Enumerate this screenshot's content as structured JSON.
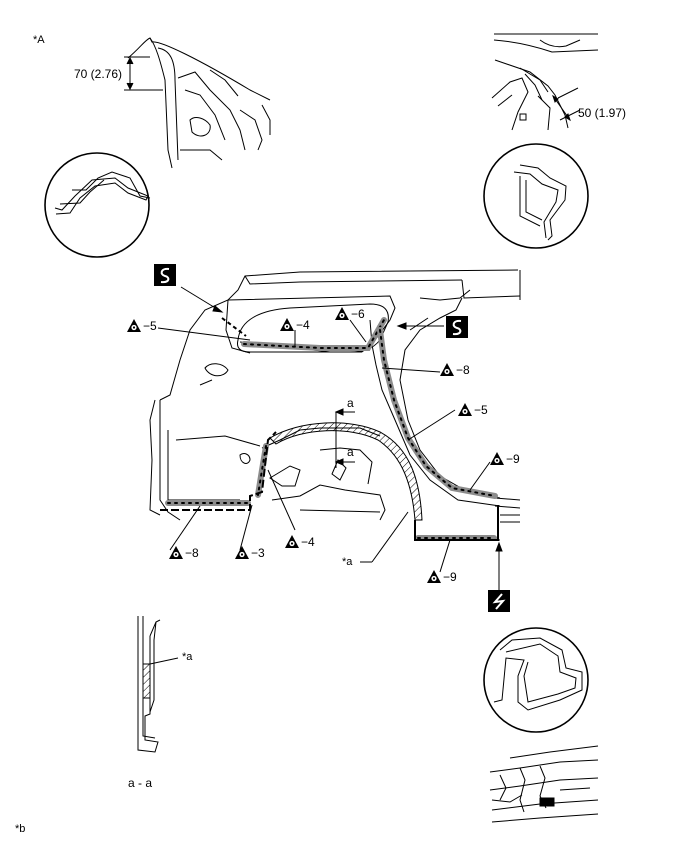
{
  "corner_labels": {
    "top_left": "*A",
    "bottom_left": "*b"
  },
  "dimensions": {
    "top_left": "70 (2.76)",
    "top_right": "50 (1.97)"
  },
  "section": {
    "marker": "a",
    "title": "a - a",
    "hatch_label": "*a"
  },
  "callouts": [
    {
      "id": "c1",
      "text": "−5"
    },
    {
      "id": "c2",
      "text": "−4"
    },
    {
      "id": "c3",
      "text": "−6"
    },
    {
      "id": "c4",
      "text": "−8"
    },
    {
      "id": "c5",
      "text": "−5"
    },
    {
      "id": "c6",
      "text": "−9"
    },
    {
      "id": "c7",
      "text": "−8"
    },
    {
      "id": "c8",
      "text": "−3"
    },
    {
      "id": "c9",
      "text": "−4"
    },
    {
      "id": "c10",
      "text": "−9"
    }
  ],
  "main_hatch_label": "*a",
  "icons": [
    "weld-symbol-icon",
    "sealer-triangle-icon"
  ]
}
